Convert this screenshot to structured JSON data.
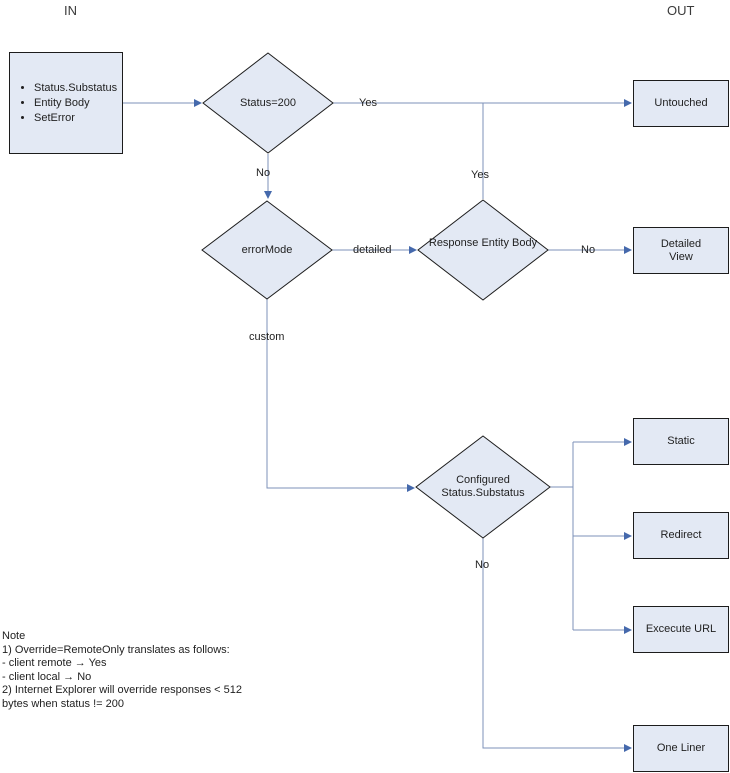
{
  "diagram": {
    "lane_labels": {
      "in": "IN",
      "out": "OUT"
    },
    "colors": {
      "node_fill": "#e3e9f4",
      "node_border": "#1c1c1c",
      "connector_line": "#7e92b8",
      "arrowhead": "#4569ac",
      "text": "#1f1f1f"
    },
    "input_node": {
      "items": [
        "Status.Substatus",
        "Entity Body",
        "SetError"
      ]
    },
    "decisions": {
      "status200": "Status=200",
      "error_mode": "errorMode",
      "response_entity_body": "Response Entity Body",
      "configured_status": "Configured Status.Substatus"
    },
    "outputs": {
      "untouched": "Untouched",
      "detailed_view": "Detailed View",
      "static": "Static",
      "redirect": "Redirect",
      "execute_url": "Excecute URL",
      "one_liner": "One Liner"
    },
    "edge_labels": {
      "status200_yes": "Yes",
      "status200_no": "No",
      "error_mode_detailed": "detailed",
      "response_entity_yes": "Yes",
      "response_entity_no": "No",
      "error_mode_custom": "custom",
      "configured_no": "No"
    },
    "note": {
      "lines": [
        "Note",
        "1) Override=RemoteOnly translates as follows:",
        "- client remote → Yes",
        "- client local → No",
        "2) Internet Explorer will override responses < 512",
        "bytes when status != 200"
      ]
    }
  }
}
